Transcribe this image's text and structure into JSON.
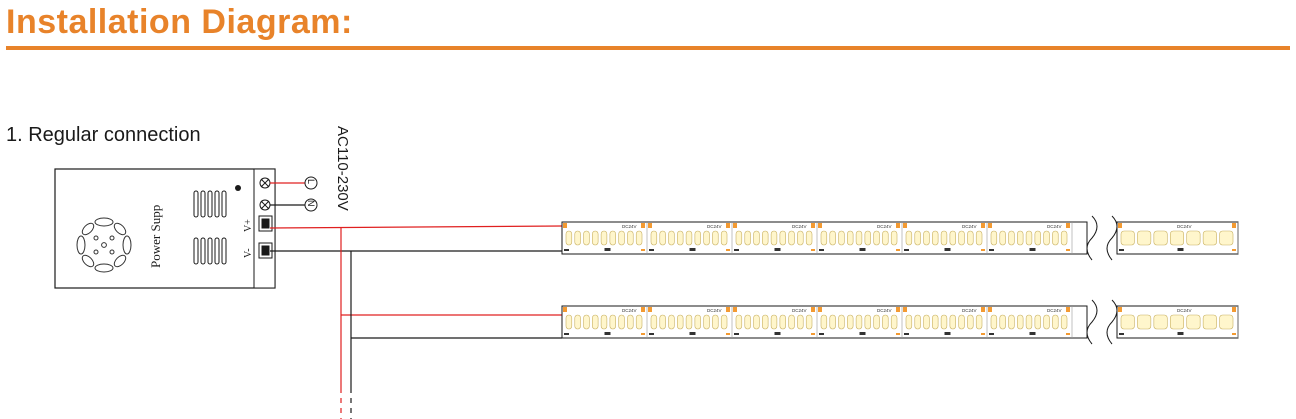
{
  "header": {
    "title": "Installation Diagram:",
    "accent_color": "#e8832a"
  },
  "section": {
    "title": "1. Regular connection"
  },
  "diagram": {
    "input_voltage": "AC110-230V",
    "power_supply": {
      "label": "Power Supp",
      "terminal_live": "L",
      "terminal_neutral": "N",
      "terminal_positive": "V+",
      "terminal_negative": "V-"
    },
    "wire_colors": {
      "positive": "#e02020",
      "negative": "#1a1a1a"
    },
    "strip_segment_label": "DC24V",
    "strip_rows": 2,
    "led_color": "#fff6cc",
    "solder_pad_color": "#f39a32"
  }
}
